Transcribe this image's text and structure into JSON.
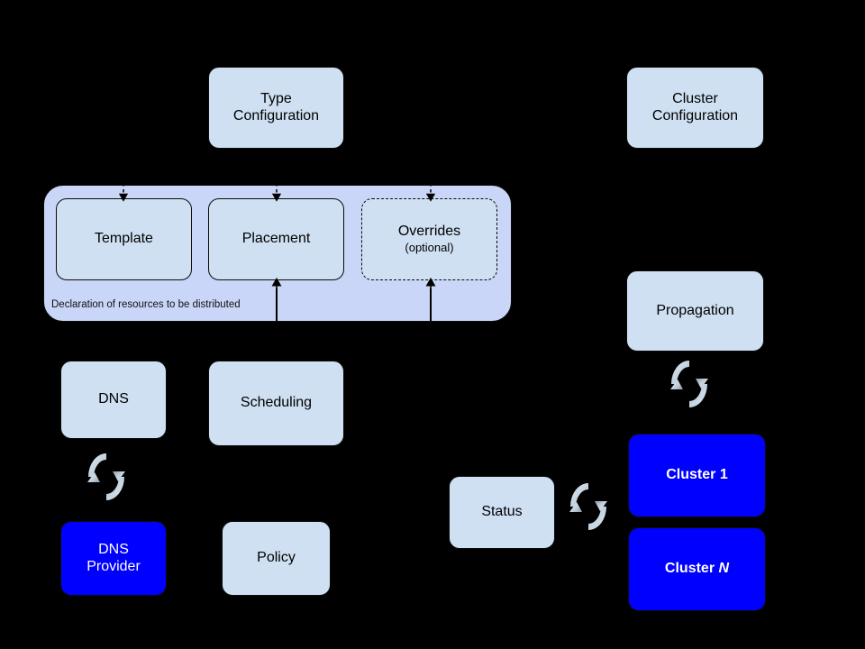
{
  "diagram": {
    "title": "Kubernetes Federation architecture diagram",
    "background_color": "#000000",
    "colors": {
      "light_box": "#cfe0f2",
      "group_fill": "#c9d6f7",
      "highlight_box": "#0000ff",
      "stroke": "#0b0b0b",
      "text_on_highlight": "#ffffff"
    }
  },
  "nodes": {
    "type_configuration": {
      "label": "Type\nConfiguration",
      "line1": "Type",
      "line2": "Configuration"
    },
    "cluster_configuration": {
      "label": "Cluster\nConfiguration",
      "line1": "Cluster",
      "line2": "Configuration"
    },
    "template": {
      "label": "Template"
    },
    "placement": {
      "label": "Placement"
    },
    "overrides": {
      "line1": "Overrides",
      "line2": "(optional)"
    },
    "group_caption": {
      "label": "Declaration of resources to be distributed"
    },
    "dns": {
      "label": "DNS"
    },
    "dns_provider": {
      "line1": "DNS",
      "line2": "Provider"
    },
    "scheduling": {
      "label": "Scheduling"
    },
    "policy": {
      "label": "Policy"
    },
    "propagation": {
      "label": "Propagation"
    },
    "status": {
      "label": "Status"
    },
    "cluster_1": {
      "prefix": "Cluster ",
      "suffix": "1"
    },
    "cluster_n": {
      "prefix": "Cluster ",
      "suffix": "N"
    }
  },
  "icons": {
    "sync_dns": "sync-arrows-icon",
    "sync_propagation": "sync-arrows-icon",
    "sync_status": "sync-arrows-icon"
  },
  "connectors": [
    {
      "name": "arrow-into-template",
      "style": "dashed",
      "direction": "down"
    },
    {
      "name": "arrow-into-placement",
      "style": "dashed",
      "direction": "down"
    },
    {
      "name": "arrow-into-overrides",
      "style": "dashed",
      "direction": "down"
    },
    {
      "name": "arrow-up-to-placement",
      "style": "solid",
      "direction": "up"
    },
    {
      "name": "arrow-up-to-overrides",
      "style": "solid",
      "direction": "up"
    }
  ]
}
